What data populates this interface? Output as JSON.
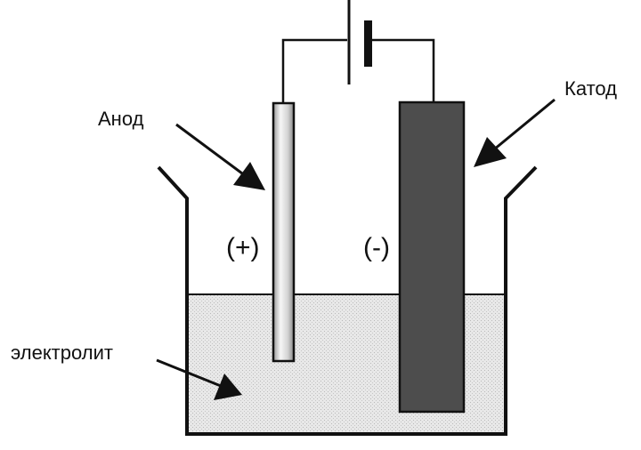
{
  "labels": {
    "anode": "Анод",
    "cathode": "Катод",
    "anode_sign": "(+)",
    "cathode_sign": "(-)",
    "electrolyte": "электролит"
  },
  "colors": {
    "line": "#111111",
    "electrolyte": "#e6e6e6",
    "cathode": "#4d4d4d",
    "anode_light": "#f4f4f4",
    "anode_dark": "#a8a8a8"
  }
}
